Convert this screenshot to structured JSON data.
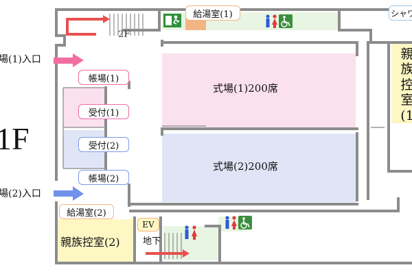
{
  "floor_label": "1F",
  "stairs_label": "2F",
  "basement_label": "地下",
  "entrances": {
    "hall1": "場(1)入口",
    "hall2": "場(2)入口"
  },
  "rooms": {
    "hall1": "式場(1)200席",
    "hall2": "式場(2)200席",
    "kitchen1": "給湯室(1)",
    "kitchen2": "給湯室(2)",
    "register1": "帳場(1)",
    "register2": "帳場(2)",
    "reception1": "受付(1)",
    "reception2": "受付(2)",
    "family_room2": "親族控室(2)",
    "family_room1_chars": [
      "親",
      "族",
      "控",
      "室",
      "(1"
    ],
    "shower": "シャワ",
    "elevator": "EV"
  },
  "icons": [
    "exit-icon",
    "restroom-icon",
    "wheelchair-icon",
    "arrow-icon"
  ],
  "colors": {
    "wall": "#8c8c8c",
    "pink_area": "#fbe0ee",
    "blue_area": "#dfe5f6",
    "green_area": "#e8f5e3",
    "yellow_area": "#fdf7c4",
    "orange_tag": "#f3b584",
    "pink_tag_border": "#f06aa5",
    "blue_tag_border": "#7c9ae8",
    "pink_arrow": "#f36ea0",
    "blue_arrow": "#6f93ea",
    "red_arrow": "#e8504f"
  }
}
